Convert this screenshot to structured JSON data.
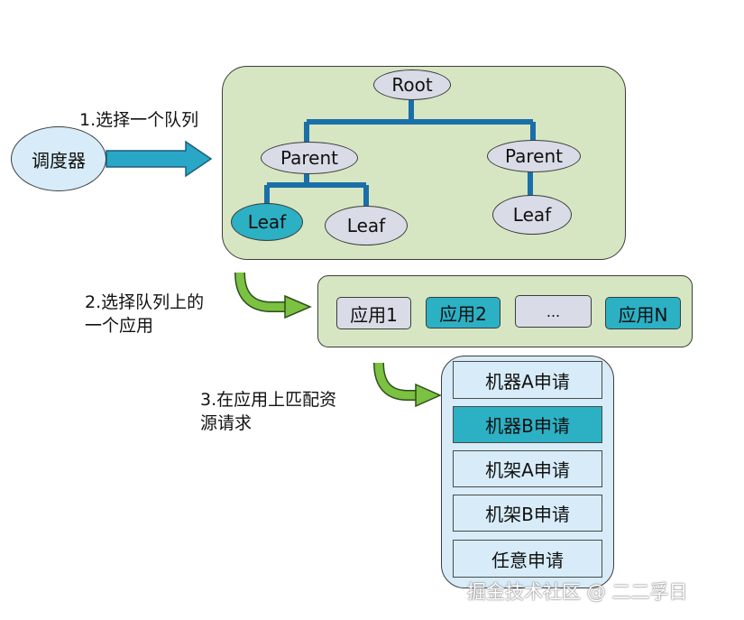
{
  "scheduler": {
    "label": "调度器"
  },
  "tree": {
    "root": "Root",
    "parent_left": "Parent",
    "parent_right": "Parent",
    "leaf_left_1": "Leaf",
    "leaf_left_2": "Leaf",
    "leaf_right": "Leaf"
  },
  "steps": {
    "step1": "1.选择一个队列",
    "step2_line1": "2.选择队列上的",
    "step2_line2": "一个应用",
    "step3_line1": "3.在应用上匹配资",
    "step3_line2": "源请求"
  },
  "apps": [
    "应用1",
    "应用2",
    "...",
    "应用N"
  ],
  "requests": [
    "机器A申请",
    "机器B申请",
    "机架A申请",
    "机架B申请",
    "任意申请"
  ],
  "watermark": "掘金技术社区 @ 二二孚日",
  "colors": {
    "queue_panel": "#d6e6c2",
    "resource_panel": "#d7ecf8",
    "highlight": "#2cb0c4",
    "node": "#d9dce6",
    "tree_line": "#1a6fa8",
    "arrow_blue": "#2aa6c6",
    "arrow_green": "#7bc142"
  }
}
